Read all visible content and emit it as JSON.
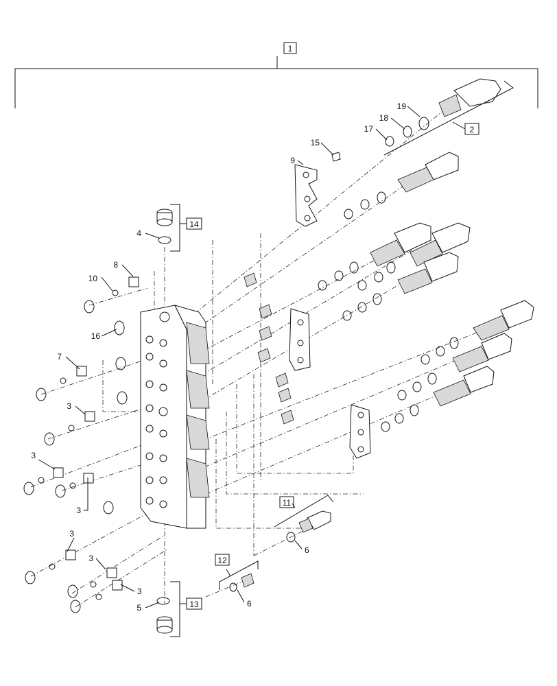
{
  "callouts": {
    "c1": "1",
    "c2": "2",
    "c3a": "3",
    "c3b": "3",
    "c3c": "3",
    "c3d": "3",
    "c3e": "3",
    "c3f": "3",
    "c4": "4",
    "c5": "5",
    "c6a": "6",
    "c6b": "6",
    "c7": "7",
    "c8": "8",
    "c9": "9",
    "c10": "10",
    "c11": "11",
    "c12": "12",
    "c13": "13",
    "c14": "14",
    "c15": "15",
    "c16": "16",
    "c17": "17",
    "c18": "18",
    "c19": "19"
  }
}
